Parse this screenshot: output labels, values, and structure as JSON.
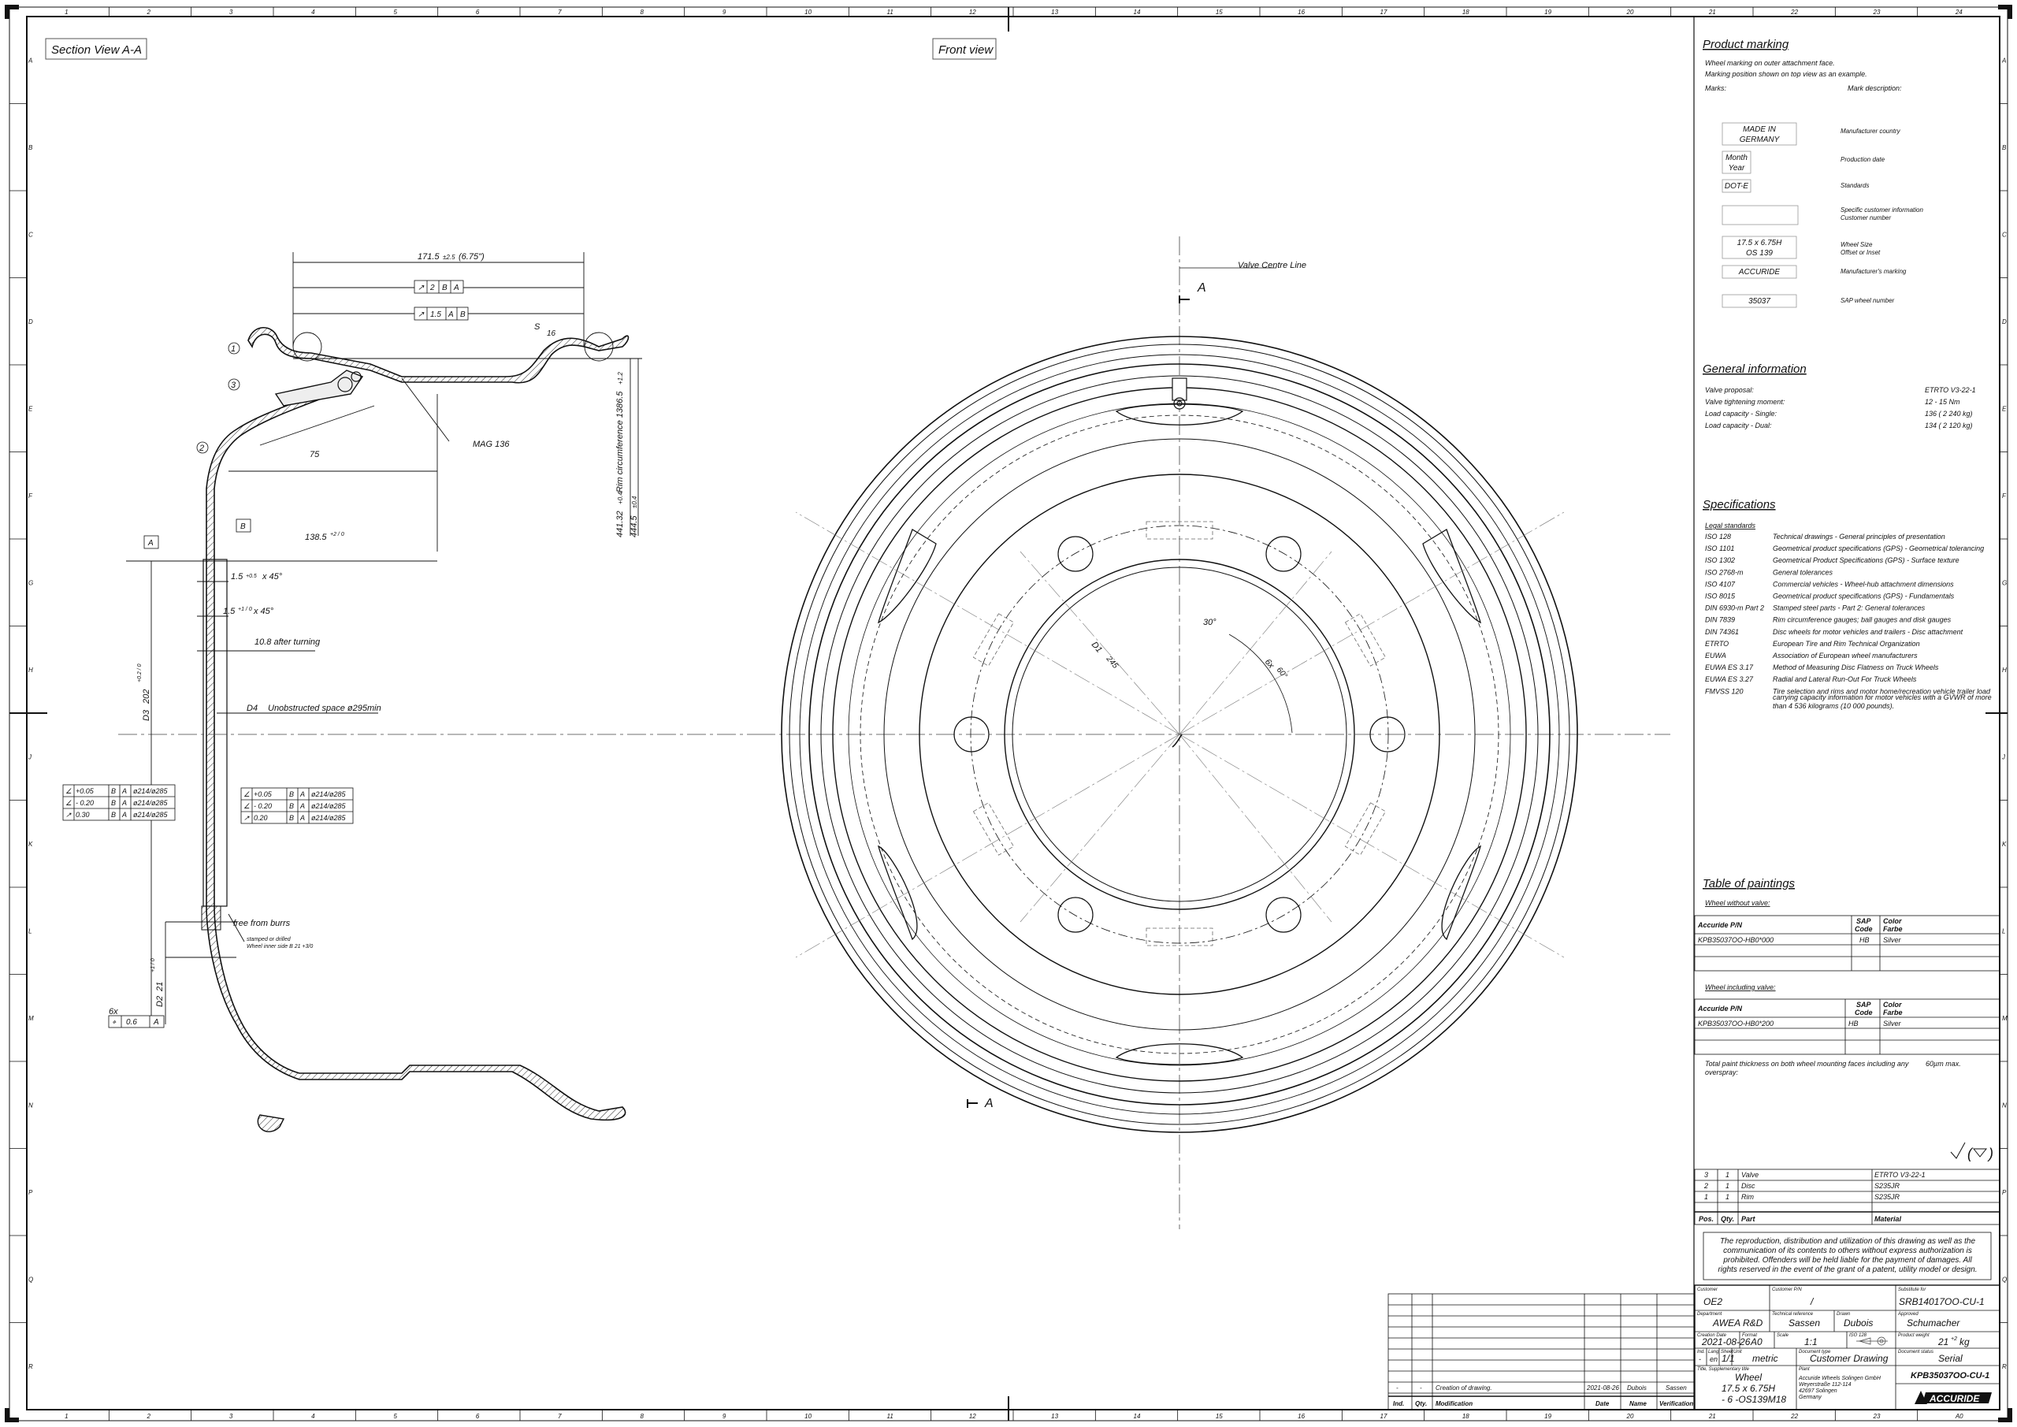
{
  "borders": {
    "columns": [
      "1",
      "2",
      "3",
      "4",
      "5",
      "6",
      "7",
      "8",
      "9",
      "10",
      "11",
      "12",
      "13",
      "14",
      "15",
      "16",
      "17",
      "18",
      "19",
      "20",
      "21",
      "22",
      "23",
      "24"
    ],
    "rows": [
      "A",
      "B",
      "C",
      "D",
      "E",
      "F",
      "G",
      "H",
      "J",
      "K",
      "L",
      "M",
      "N",
      "P",
      "Q",
      "R"
    ],
    "bottom_last_label": "A0"
  },
  "views": {
    "section_title": "Section View A-A",
    "front_title": "Front view"
  },
  "section": {
    "dim_1715": "171.5",
    "dim_1715_tol": "±2.5",
    "dim_1715_inch": "(6.75\")",
    "gt_row1": [
      "2",
      "B",
      "A"
    ],
    "gt_row2": [
      "1.5",
      "A",
      "B"
    ],
    "callout_1": "1",
    "callout_2": "2",
    "callout_3": "3",
    "s16": "S",
    "s16_val": "16",
    "mag": "MAG 136",
    "r75": "75",
    "rim_circ": "Rim circumference 1386.5",
    "rim_circ_tol": "+1.2",
    "d44132": "441.32",
    "d44132_tol": "+0.4",
    "d4445": "444.5",
    "d4445_tol": "±0.4",
    "datum_b": "B",
    "datum_a": "A",
    "dim_1385": "138.5",
    "dim_1385_tol": "+2 / 0",
    "chamfer1": "1.5",
    "chamfer1_tol": "+0.5",
    "chamfer1_ang": "x 45°",
    "chamfer2": "1.5",
    "chamfer2_tol": "+1 / 0",
    "chamfer2_ang": "x 45°",
    "after_turning": "10.8 after turning",
    "d3": "D3",
    "d3_val": "202",
    "d3_tol": "+0.2 / 0",
    "d4": "D4",
    "d4_text": "Unobstructed space ø295min",
    "tol_left": [
      {
        "val": "+0.05",
        "d1": "B",
        "d2": "A",
        "rng": "ø214/ø285"
      },
      {
        "val": "- 0.20",
        "d1": "B",
        "d2": "A",
        "rng": "ø214/ø285"
      },
      {
        "val": "0.30",
        "d1": "B",
        "d2": "A",
        "rng": "ø214/ø285"
      }
    ],
    "tol_right": [
      {
        "val": "+0.05",
        "d1": "B",
        "d2": "A",
        "rng": "ø214/ø285"
      },
      {
        "val": "- 0.20",
        "d1": "B",
        "d2": "A",
        "rng": "ø214/ø285"
      },
      {
        "val": "0.20",
        "d1": "B",
        "d2": "A",
        "rng": "ø214/ø285"
      }
    ],
    "burrs": "free from burrs",
    "stamped1": "stamped or drilled",
    "stamped2": "Wheel inner side B 21 +3/0",
    "d2": "D2",
    "d2_val": "21",
    "d2_tol": "+1 / 0",
    "holes": "6x",
    "holes_tol": "0.6",
    "holes_datum": "A"
  },
  "front": {
    "valve_line": "Valve Centre Line",
    "a_top": "A",
    "a_bottom": "A",
    "d1": "D1",
    "d1_val": "245",
    "ang30": "30°",
    "ang60_n": "6x",
    "ang60": "60°"
  },
  "product_marking": {
    "title": "Product marking",
    "intro1": "Wheel marking on outer attachment face.",
    "intro2": "Marking position shown on top view as an example.",
    "marks_h": "Marks:",
    "desc_h": "Mark description:",
    "rows": [
      {
        "mark1": "MADE IN",
        "mark2": "GERMANY",
        "desc1": "Manufacturer country",
        "desc2": ""
      },
      {
        "mark1": "Month",
        "mark2": "Year",
        "desc1": "Production date",
        "desc2": ""
      },
      {
        "mark1": "DOT-E",
        "mark2": "",
        "desc1": "Standards",
        "desc2": ""
      },
      {
        "mark1": "",
        "mark2": "",
        "desc1": "Specific customer information",
        "desc2": "Customer number"
      },
      {
        "mark1": "17.5 x 6.75H",
        "mark2": "OS 139",
        "desc1": "Wheel Size",
        "desc2": "Offset or Inset"
      },
      {
        "mark1": "ACCURIDE",
        "mark2": "",
        "desc1": "Manufacturer's marking",
        "desc2": ""
      },
      {
        "mark1": "35037",
        "mark2": "",
        "desc1": "SAP wheel number",
        "desc2": ""
      }
    ]
  },
  "general_info": {
    "title": "General information",
    "rows": [
      {
        "k": "Valve proposal:",
        "v": "ETRTO V3-22-1"
      },
      {
        "k": "Valve tightening moment:",
        "v": "12 - 15 Nm"
      },
      {
        "k": "Load capacity - Single:",
        "v": "136 ( 2 240 kg)"
      },
      {
        "k": "Load capacity - Dual:",
        "v": "134 ( 2 120 kg)"
      }
    ]
  },
  "specifications": {
    "title": "Specifications",
    "legal": "Legal standards",
    "rows": [
      {
        "k": "ISO 128",
        "v": "Technical drawings - General principles of presentation"
      },
      {
        "k": "ISO 1101",
        "v": "Geometrical product specifications (GPS) - Geometrical tolerancing"
      },
      {
        "k": "ISO 1302",
        "v": "Geometrical Product Specifications (GPS) - Surface texture"
      },
      {
        "k": "ISO 2768-m",
        "v": "General tolerances"
      },
      {
        "k": "ISO 4107",
        "v": "Commercial vehicles - Wheel-hub attachment dimensions"
      },
      {
        "k": "ISO 8015",
        "v": "Geometrical product specifications (GPS) - Fundamentals"
      },
      {
        "k": "DIN 6930-m Part 2",
        "v": "Stamped steel parts - Part 2: General tolerances"
      },
      {
        "k": "DIN 7839",
        "v": "Rim circumference gauges; ball gauges and disk gauges"
      },
      {
        "k": "DIN 74361",
        "v": "Disc wheels for motor vehicles and trailers - Disc attachment"
      },
      {
        "k": "ETRTO",
        "v": "European Tire and Rim Technical Organization"
      },
      {
        "k": "EUWA",
        "v": "Association of European wheel manufacturers"
      },
      {
        "k": "EUWA ES 3.17",
        "v": "Method of Measuring Disc Flatness on Truck Wheels"
      },
      {
        "k": "EUWA ES 3.27",
        "v": "Radial and Lateral Run-Out For Truck Wheels"
      },
      {
        "k": "FMVSS 120",
        "v": "Tire selection and rims and motor home/recreation vehicle trailer load"
      }
    ],
    "fmvss_line2": "carrying capacity information for motor vehicles with a GVWR of more",
    "fmvss_line3": "than 4 536 kilograms (10 000 pounds)."
  },
  "paintings": {
    "title": "Table of paintings",
    "without_valve": "Wheel without valve:",
    "with_valve": "Wheel including valve:",
    "h_pn": "Accuride P/N",
    "h_sap1": "SAP",
    "h_sap2": "Code",
    "h_col1": "Color",
    "h_col2": "Farbe",
    "row1": {
      "pn": "KPB35037OO-HB0*000",
      "sap": "HB",
      "col": "Silver"
    },
    "row2": {
      "pn": "KPB35037OO-HB0*200",
      "sap": "HB",
      "col": "Silver"
    },
    "thickness": "Total paint thickness on both wheel mounting faces including any",
    "thickness2": "overspray:",
    "thickness_val": "60µm max."
  },
  "parts": {
    "rows": [
      {
        "pos": "3",
        "qty": "1",
        "part": "Valve",
        "mat": "ETRTO V3-22-1"
      },
      {
        "pos": "2",
        "qty": "1",
        "part": "Disc",
        "mat": "S235JR"
      },
      {
        "pos": "1",
        "qty": "1",
        "part": "Rim",
        "mat": "S235JR"
      }
    ],
    "h_pos": "Pos.",
    "h_qty": "Qty.",
    "h_part": "Part",
    "h_mat": "Material"
  },
  "copyright": [
    "The reproduction, distribution and utilization of this drawing as well as the",
    "communication of its contents to others without express authorization is",
    "prohibited. Offenders will be held liable for the payment of damages. All",
    "rights reserved in the event of the grant of a patent, utility model or design."
  ],
  "title_block": {
    "customer_l": "Customer",
    "customer": "OE2",
    "customer_pn_l": "Customer P/N",
    "customer_pn": "/",
    "subst_l": "Substitute for",
    "subst": "SRB14017OO-CU-1",
    "dept_l": "Department",
    "dept": "AWEA R&D",
    "techref_l": "Technical reference",
    "techref": "Sassen",
    "drawn_l": "Drawn",
    "drawn": "Dubois",
    "approved_l": "Approved",
    "approved": "Schumacher",
    "cdate_l": "Creation Date",
    "cdate": "2021-08-26",
    "format_l": "Format",
    "format": "A0",
    "scale_l": "Scale",
    "scale": "1:1",
    "iso_l": "ISO 128",
    "weight_l": "Product weight",
    "weight": "21",
    "weight_tol": "+2",
    "weight_unit": "kg",
    "ind_l": "Ind.",
    "ind": "-",
    "lang_l": "Lang.",
    "lang": "en",
    "sheet_l": "Sheet",
    "sheet": "1/1",
    "unit_l": "Unit",
    "unit": "metric",
    "doctype_l": "Document type",
    "doctype": "Customer Drawing",
    "docstatus_l": "Document status",
    "docstatus": "Serial",
    "title_l": "Title, Supplementary title",
    "title1": "Wheel",
    "title2": "17.5 x 6.75H",
    "title3": "- 6 -OS139M18",
    "plant_l": "Plant",
    "plant1": "Accuride Wheels Solingen GmbH",
    "plant2": "Weyerstraße 112-114",
    "plant3": "42697 Solingen",
    "plant4": "Germany",
    "docno": "KPB35037OO-CU-1",
    "logo": "ACCURIDE"
  },
  "revision": {
    "ind": "-",
    "qty": "-",
    "mod": "Creation of drawing.",
    "date": "2021-08-26",
    "name": "Dubois",
    "verif": "Sassen",
    "h_ind": "Ind.",
    "h_qty": "Qty.",
    "h_mod": "Modification",
    "h_date": "Date",
    "h_name": "Name",
    "h_verif": "Verification"
  }
}
